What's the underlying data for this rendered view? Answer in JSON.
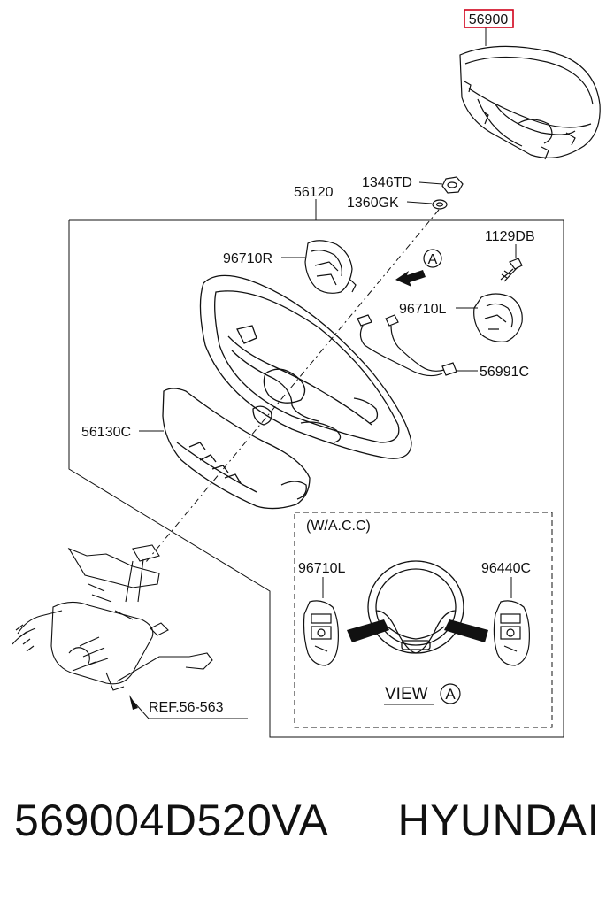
{
  "callouts": {
    "airbag": "56900",
    "nut": "1346TD",
    "washer": "1360GK",
    "wheel": "56120",
    "switch_right": "96710R",
    "screw": "1129DB",
    "switch_left": "96710L",
    "harness": "56991C",
    "cover": "56130C",
    "reference": "REF.56-563"
  },
  "view_marker": "A",
  "inset": {
    "title": "(W/A.C.C)",
    "left_switch": "96710L",
    "right_switch": "96440C",
    "view_label": "VIEW",
    "view_marker": "A"
  },
  "footer": {
    "part_number": "569004D520VA",
    "brand": "HYUNDAI"
  },
  "colors": {
    "highlight_box": "#d0021b",
    "line": "#111111"
  }
}
